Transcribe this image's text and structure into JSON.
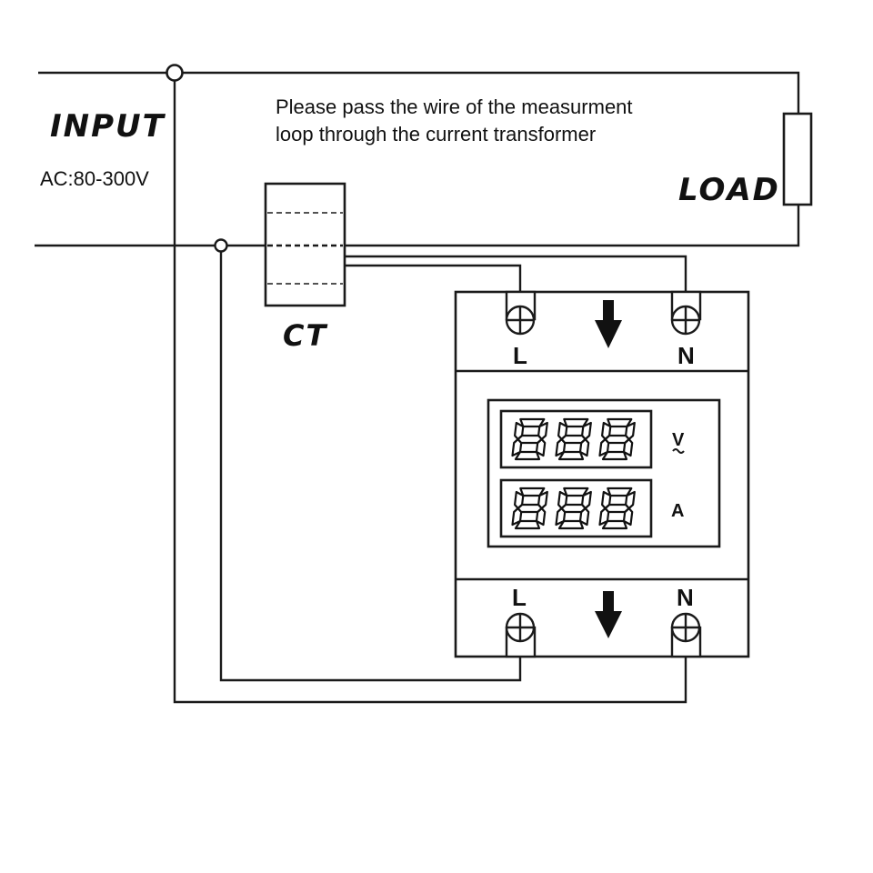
{
  "input": {
    "title": "INPUT",
    "voltage": "AC:80-300V"
  },
  "instruction": {
    "line1": "Please pass the wire of the measurment",
    "line2": "loop through the current transformer"
  },
  "load": {
    "title": "LOAD"
  },
  "ct": {
    "title": "CT"
  },
  "meter": {
    "top_terminals": {
      "left": "L",
      "right": "N"
    },
    "bottom_terminals": {
      "left": "L",
      "right": "N"
    },
    "voltage_display": {
      "digits": "888",
      "unit": "V"
    },
    "current_display": {
      "digits": "888",
      "unit": "A"
    }
  },
  "colors": {
    "line": "#1a1a1a",
    "background": "#ffffff"
  }
}
